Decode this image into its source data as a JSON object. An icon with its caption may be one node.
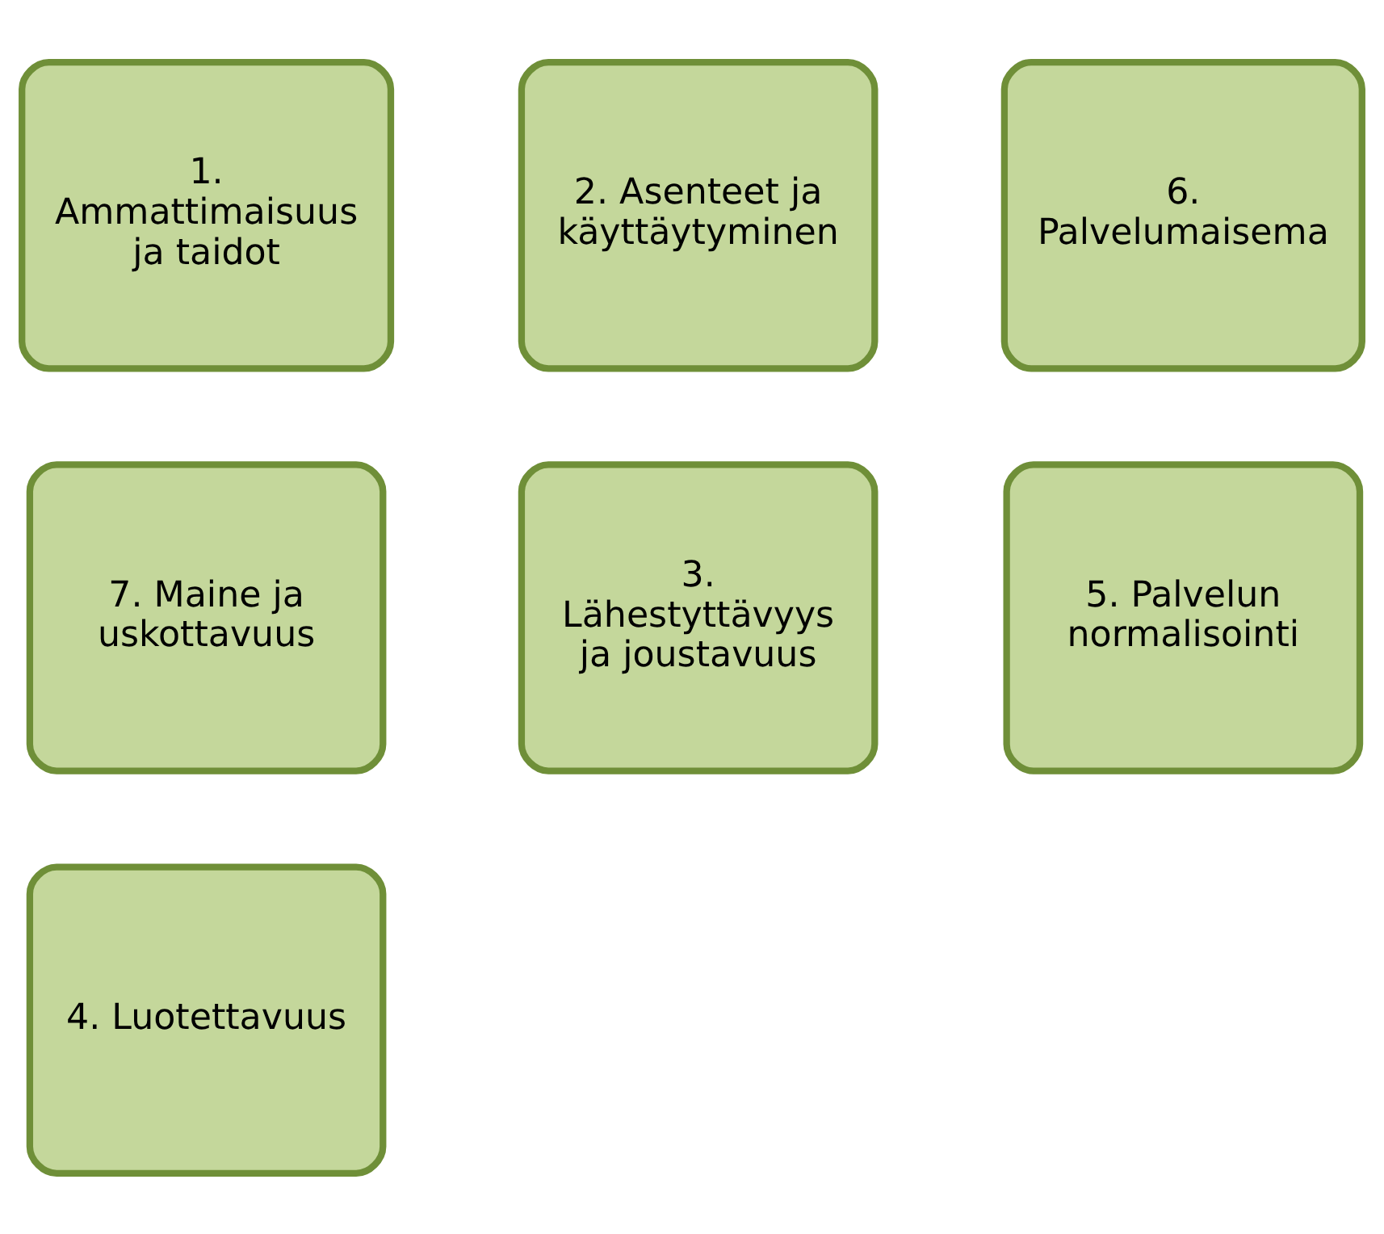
{
  "diagram": {
    "nodes": [
      {
        "text": [
          "1. Ammattimaisuus ja taidot"
        ]
      },
      {
        "text": [
          "2. Asenteet ja käyttäytyminen"
        ]
      },
      {
        "text": [
          "3. Lähestyttävyys ja joustavuus"
        ]
      },
      {
        "text": [
          "4. Luotettavuus"
        ]
      },
      {
        "text": [
          "5. Palvelun normalisointi"
        ]
      },
      {
        "text": [
          "6. Palvelumaisema"
        ]
      },
      {
        "text": [
          "7. Maine ja uskottavuus"
        ]
      }
    ]
  }
}
